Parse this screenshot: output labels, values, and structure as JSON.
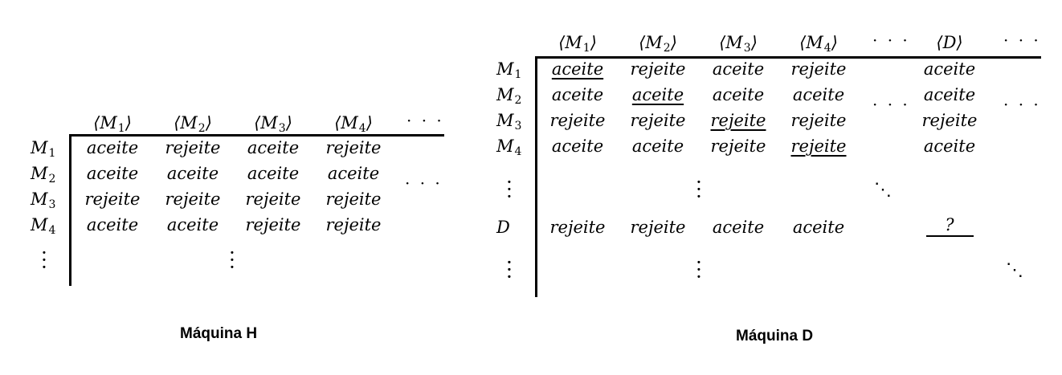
{
  "left": {
    "caption": "Máquina H",
    "columns": [
      {
        "base": "M",
        "sub": "1"
      },
      {
        "base": "M",
        "sub": "2"
      },
      {
        "base": "M",
        "sub": "3"
      },
      {
        "base": "M",
        "sub": "4"
      }
    ],
    "rows": [
      {
        "base": "M",
        "sub": "1",
        "cells": [
          "aceite",
          "rejeite",
          "aceite",
          "rejeite"
        ]
      },
      {
        "base": "M",
        "sub": "2",
        "cells": [
          "aceite",
          "aceite",
          "aceite",
          "aceite"
        ]
      },
      {
        "base": "M",
        "sub": "3",
        "cells": [
          "rejeite",
          "rejeite",
          "rejeite",
          "rejeite"
        ]
      },
      {
        "base": "M",
        "sub": "4",
        "cells": [
          "aceite",
          "aceite",
          "rejeite",
          "rejeite"
        ]
      }
    ]
  },
  "right": {
    "caption": "Máquina D",
    "columns": [
      {
        "base": "M",
        "sub": "1"
      },
      {
        "base": "M",
        "sub": "2"
      },
      {
        "base": "M",
        "sub": "3"
      },
      {
        "base": "M",
        "sub": "4"
      },
      {
        "base": "D",
        "sub": ""
      }
    ],
    "rows": [
      {
        "base": "M",
        "sub": "1",
        "cells": [
          "aceite",
          "rejeite",
          "aceite",
          "rejeite",
          "aceite"
        ]
      },
      {
        "base": "M",
        "sub": "2",
        "cells": [
          "aceite",
          "aceite",
          "aceite",
          "aceite",
          "aceite"
        ]
      },
      {
        "base": "M",
        "sub": "3",
        "cells": [
          "rejeite",
          "rejeite",
          "rejeite",
          "rejeite",
          "rejeite"
        ]
      },
      {
        "base": "M",
        "sub": "4",
        "cells": [
          "aceite",
          "aceite",
          "rejeite",
          "rejeite",
          "aceite"
        ]
      }
    ],
    "d_row": {
      "label": "D",
      "cells": [
        "rejeite",
        "rejeite",
        "aceite",
        "aceite"
      ],
      "unknown": "?"
    },
    "underlined_diagonal": [
      {
        "row": 1,
        "col": 1
      },
      {
        "row": 2,
        "col": 2
      },
      {
        "row": 3,
        "col": 3
      },
      {
        "row": 4,
        "col": 4
      }
    ]
  }
}
